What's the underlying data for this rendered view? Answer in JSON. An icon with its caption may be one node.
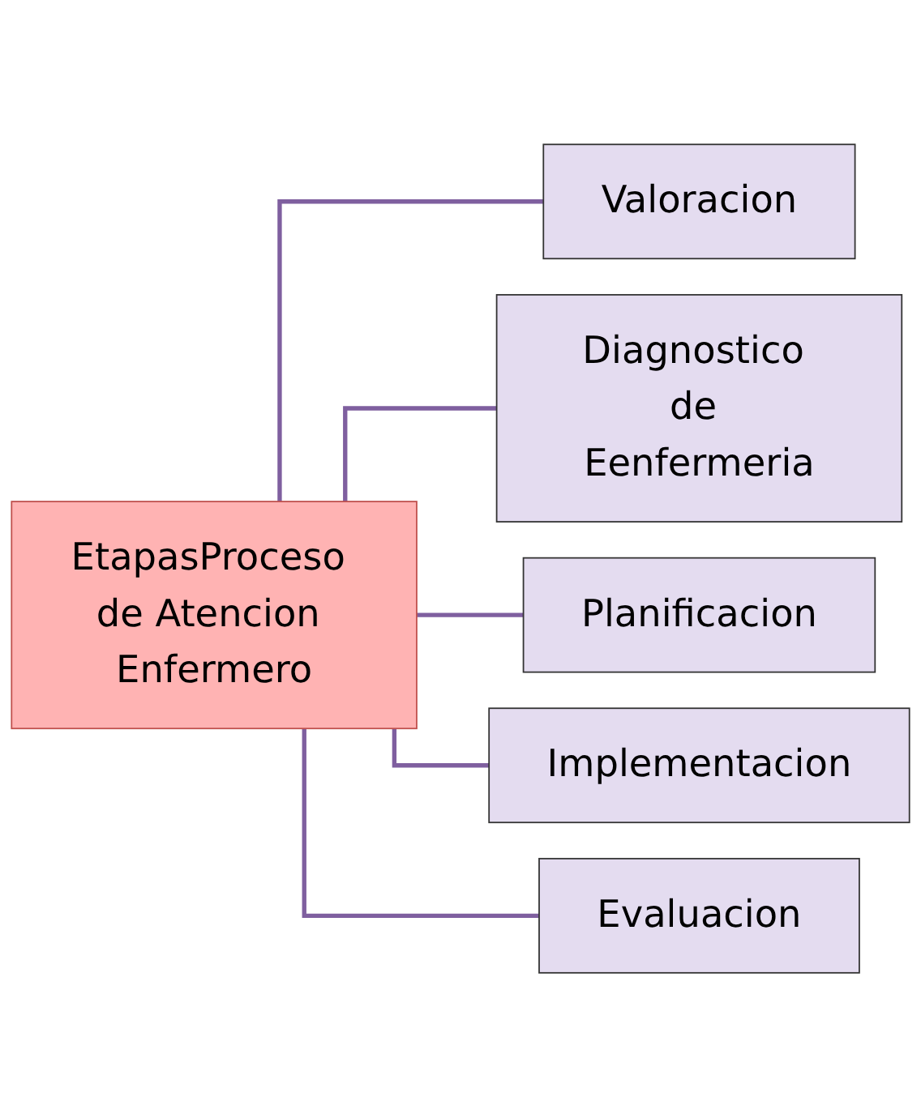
{
  "diagram": {
    "nodes": [
      {
        "text": [
          "EtapasProceso de Atencion Enfermero"
        ]
      },
      {
        "text": [
          "Valoracion"
        ]
      },
      {
        "text": [
          "Diagnostico de Eenfermeria"
        ]
      },
      {
        "text": [
          "Planificacion"
        ]
      },
      {
        "text": [
          "Implementacion"
        ]
      },
      {
        "text": [
          "Evaluacion"
        ]
      }
    ],
    "edges": [
      {
        "from": 0,
        "to": 1,
        "arrow": "none"
      },
      {
        "from": 0,
        "to": 2,
        "arrow": "none"
      },
      {
        "from": 0,
        "to": 3,
        "arrow": "none"
      },
      {
        "from": 0,
        "to": 4,
        "arrow": "none"
      },
      {
        "from": 0,
        "to": 5,
        "arrow": "none"
      }
    ]
  }
}
